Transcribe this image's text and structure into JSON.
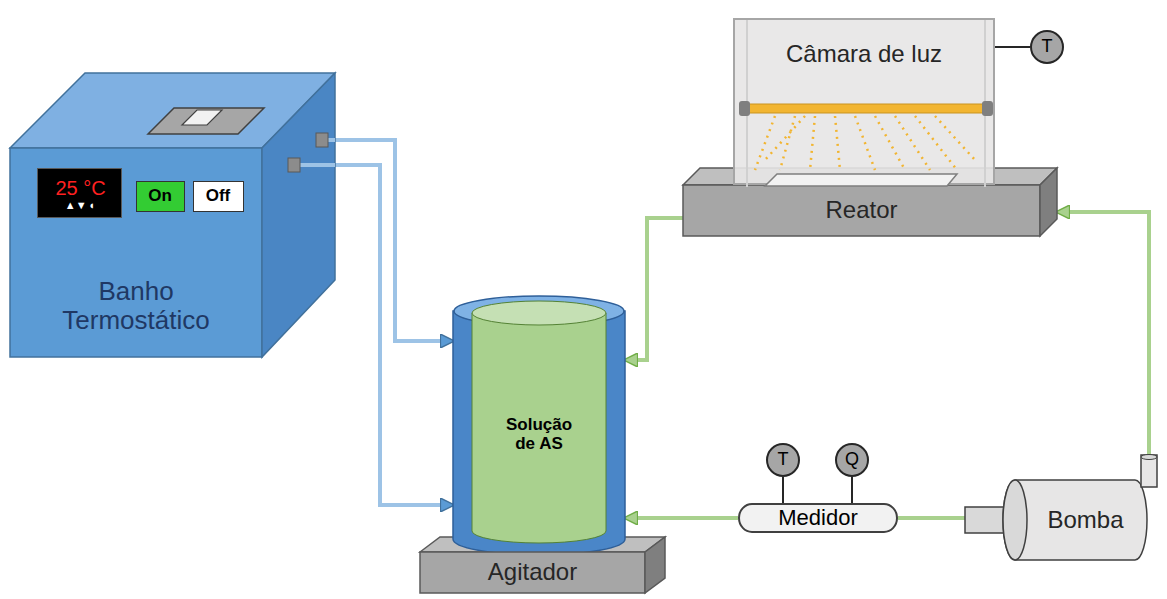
{
  "diagram": {
    "nodes": [
      {
        "text": [
          "Banho Termostático"
        ]
      },
      {
        "text": [
          "25 °C",
          "▲▼ ◐"
        ],
        "in": 0
      },
      {
        "text": [
          "On"
        ],
        "in": 0
      },
      {
        "text": [
          "Off"
        ],
        "in": 0
      },
      {
        "text": [
          "Câmara de luz"
        ]
      },
      {
        "text": [
          "T"
        ]
      },
      {
        "text": [
          "Reator"
        ]
      },
      {
        "text": [
          "Solução de AS"
        ]
      },
      {
        "text": [
          "Agitador"
        ]
      },
      {
        "text": [
          "T"
        ]
      },
      {
        "text": [
          "Q"
        ]
      },
      {
        "text": [
          "Medidor"
        ]
      },
      {
        "text": [
          "Bomba"
        ]
      }
    ],
    "edges": [
      {
        "from": 0,
        "to": 7,
        "arrow": "to"
      },
      {
        "from": 0,
        "to": 7,
        "arrow": "to"
      },
      {
        "from": 12,
        "to": 6,
        "arrow": "to"
      },
      {
        "from": 6,
        "to": 7,
        "arrow": "to"
      },
      {
        "from": 11,
        "to": 7,
        "arrow": "to"
      },
      {
        "from": 11,
        "to": 12,
        "arrow": "none"
      },
      {
        "from": 9,
        "to": 11,
        "arrow": "none"
      },
      {
        "from": 10,
        "to": 11,
        "arrow": "none"
      },
      {
        "from": 5,
        "to": 4,
        "arrow": "none"
      }
    ]
  }
}
